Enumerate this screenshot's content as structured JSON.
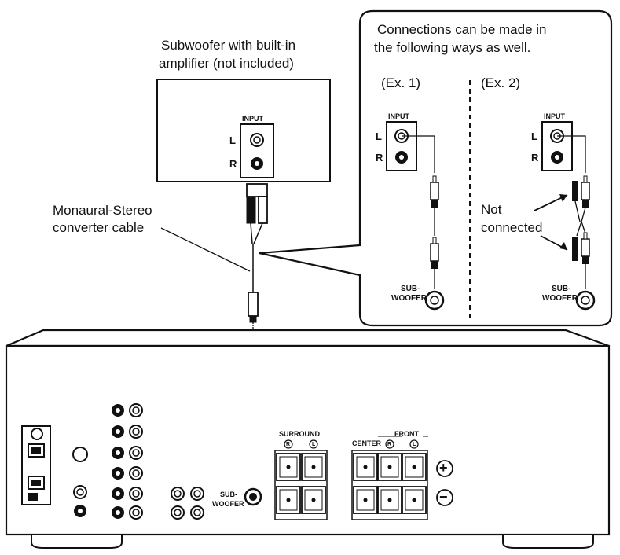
{
  "subwoofer": {
    "title_line1": "Subwoofer with built-in",
    "title_line2": "amplifier (not included)",
    "input_label": "INPUT",
    "left_label": "L",
    "right_label": "R"
  },
  "cable": {
    "label_line1": "Monaural-Stereo",
    "label_line2": "converter cable"
  },
  "callout": {
    "title_line1": "Connections can be made in",
    "title_line2": "the following ways as well.",
    "ex1": {
      "label": "(Ex. 1)",
      "input_label": "INPUT",
      "left_label": "L",
      "right_label": "R",
      "sub_line1": "SUB-",
      "sub_line2": "WOOFER"
    },
    "ex2": {
      "label": "(Ex. 2)",
      "input_label": "INPUT",
      "left_label": "L",
      "right_label": "R",
      "sub_line1": "SUB-",
      "sub_line2": "WOOFER",
      "note_line1": "Not",
      "note_line2": "connected"
    }
  },
  "receiver": {
    "sub_line1": "SUB-",
    "sub_line2": "WOOFER",
    "surround_label": "SURROUND",
    "front_label": "FRONT",
    "center_label": "CENTER",
    "plus_symbol": "+",
    "minus_symbol": "−",
    "r_mark": "R",
    "l_mark": "L"
  }
}
